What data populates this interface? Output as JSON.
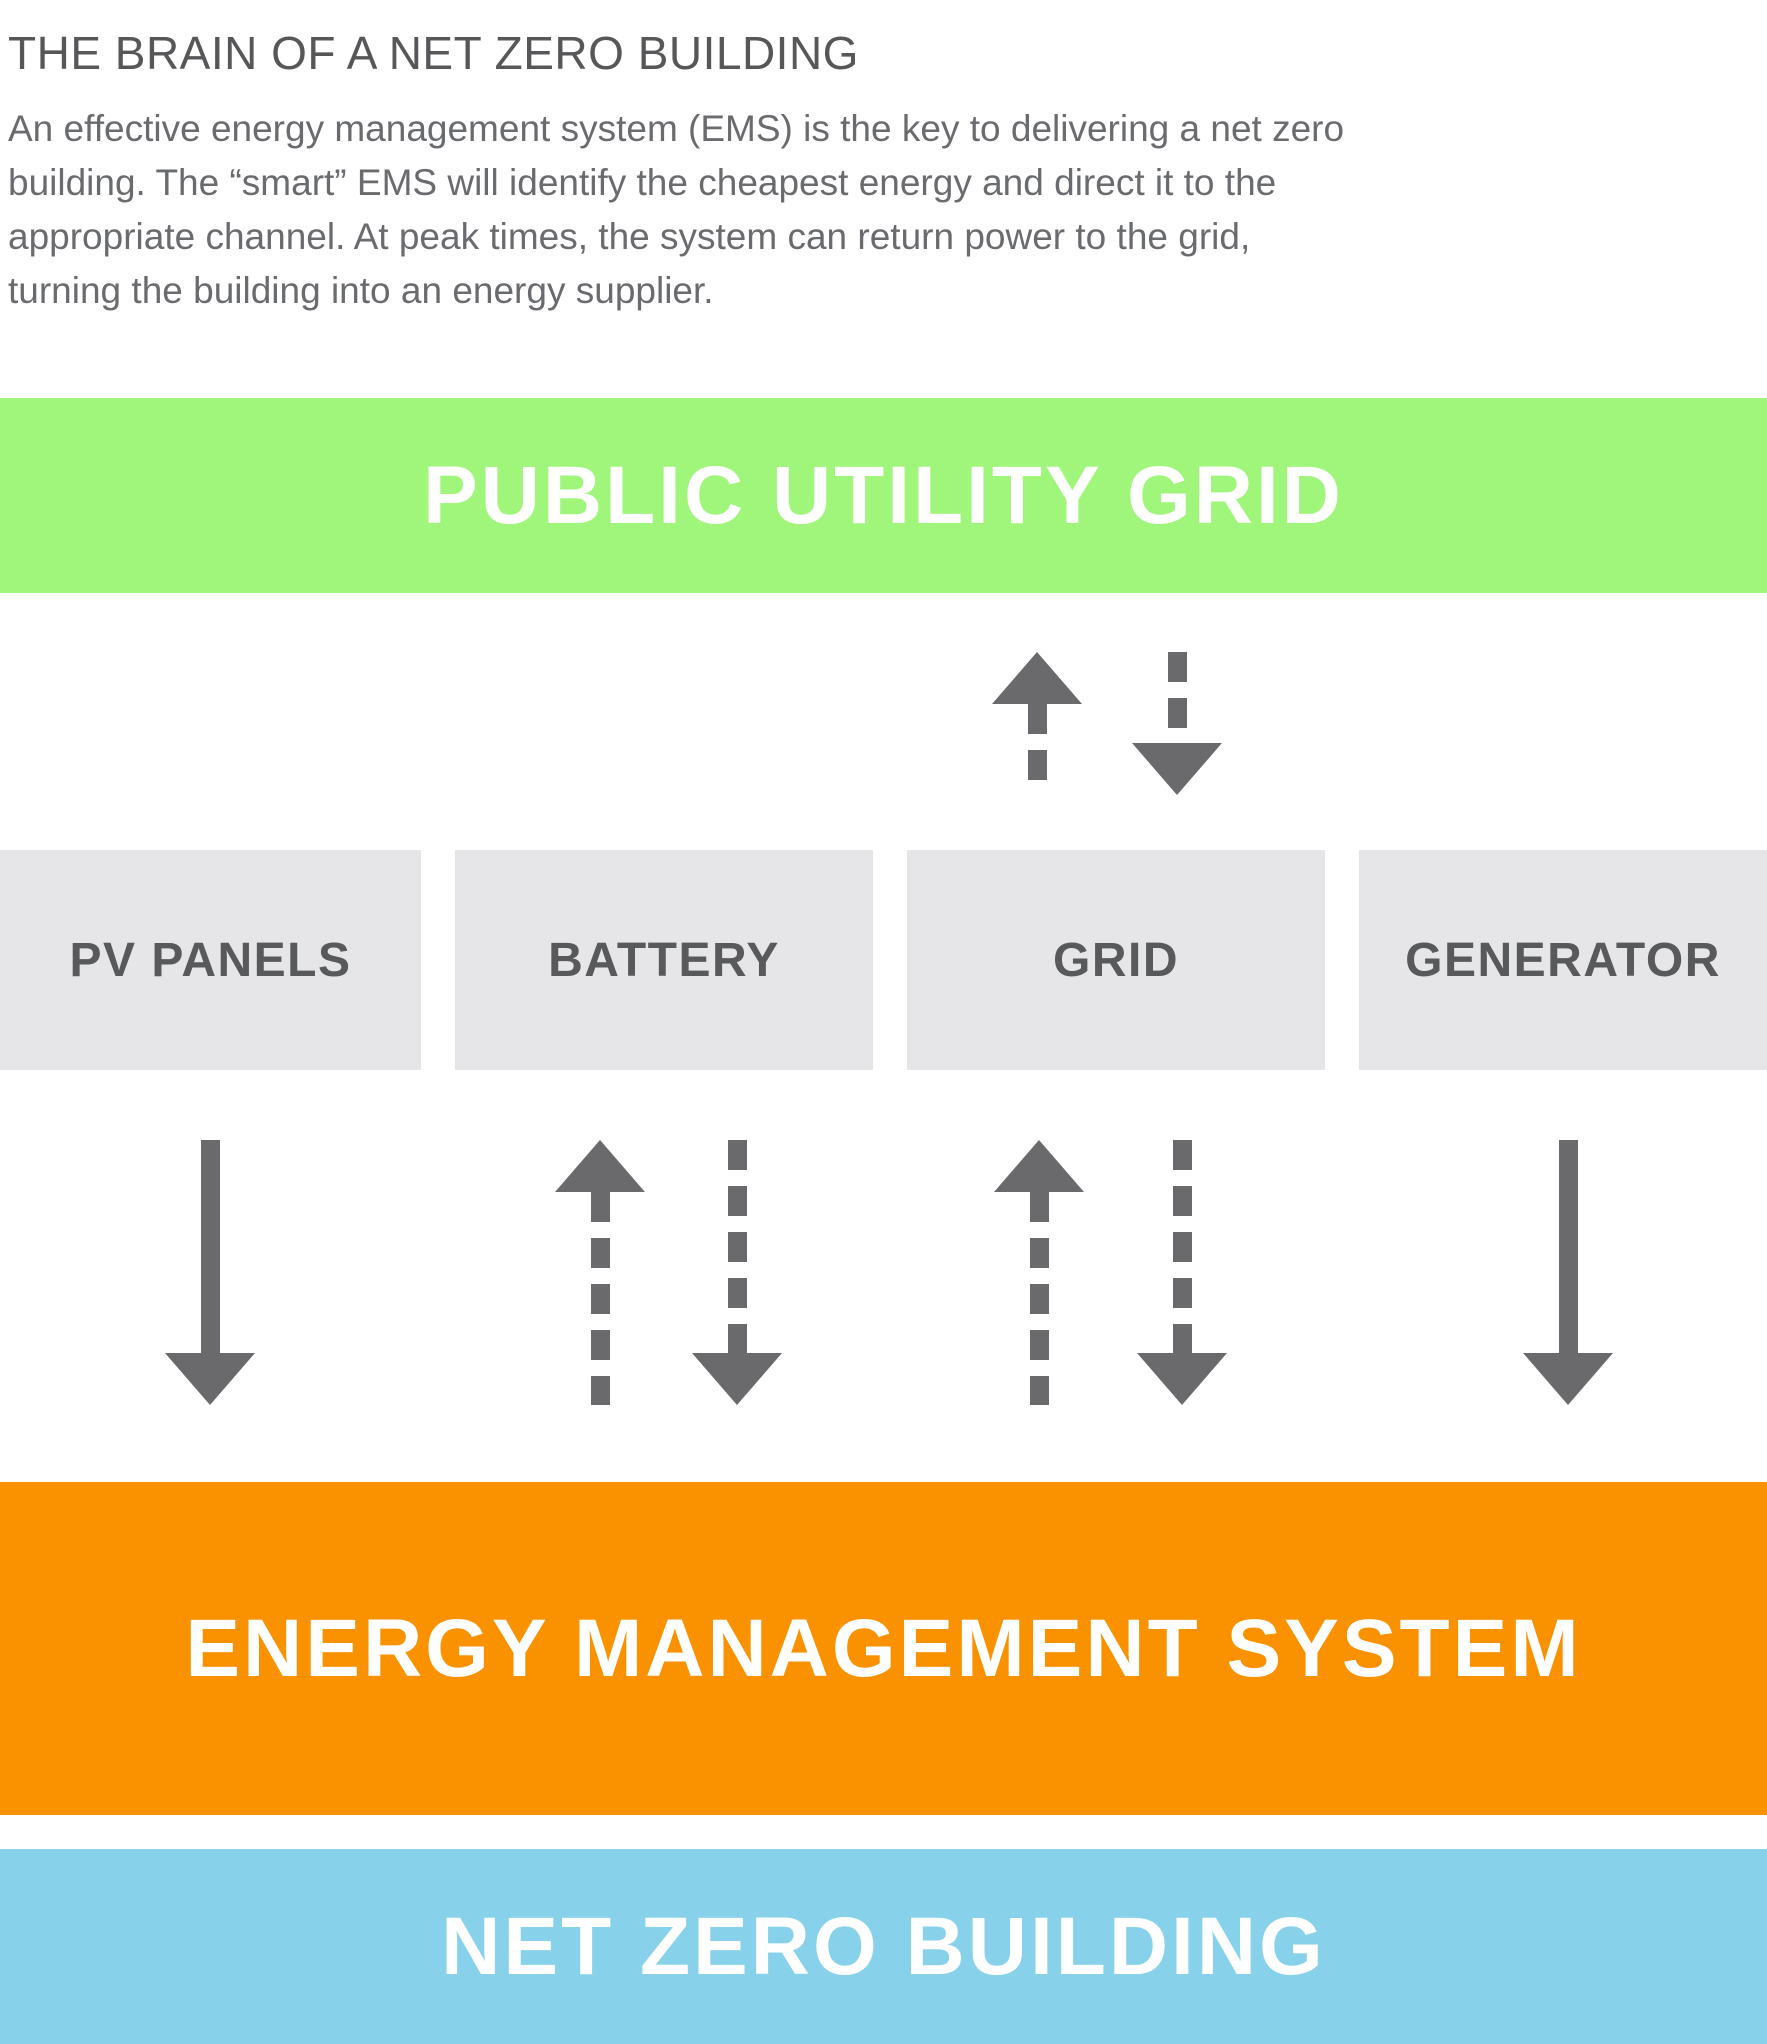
{
  "page": {
    "title": "THE BRAIN OF A NET ZERO BUILDING",
    "intro_lines": [
      "An effective energy management system (EMS) is the key to delivering a net zero",
      "building. The “smart” EMS will identify the cheapest energy and direct it to the",
      "appropriate channel. At peak times, the system can return power to the grid,",
      "turning the building into an energy supplier."
    ]
  },
  "banners": {
    "public_utility_grid": {
      "label": "PUBLIC UTILITY GRID",
      "color": "#A0F57B"
    },
    "energy_management_system": {
      "label": "ENERGY MANAGEMENT SYSTEM",
      "color": "#FA9200"
    },
    "net_zero_building": {
      "label": "NET ZERO BUILDING",
      "color": "#87D2EA"
    }
  },
  "sources": [
    {
      "label": "PV PANELS",
      "arrows_to_ems": [
        {
          "direction": "down",
          "style": "solid"
        }
      ]
    },
    {
      "label": "BATTERY",
      "arrows_to_ems": [
        {
          "direction": "up",
          "style": "dashed"
        },
        {
          "direction": "down",
          "style": "dashed"
        }
      ]
    },
    {
      "label": "GRID",
      "arrows_to_ems": [
        {
          "direction": "up",
          "style": "dashed"
        },
        {
          "direction": "down",
          "style": "dashed"
        }
      ]
    },
    {
      "label": "GENERATOR",
      "arrows_to_ems": [
        {
          "direction": "down",
          "style": "solid"
        }
      ]
    }
  ],
  "utility_link_arrows": [
    {
      "direction": "up",
      "style": "dashed"
    },
    {
      "direction": "down",
      "style": "dashed"
    }
  ],
  "colors": {
    "green": "#A0F57B",
    "orange": "#FA9200",
    "blue": "#87D2EA",
    "box_gray": "#E6E6E8",
    "arrow_gray": "#6A6A6C",
    "label_gray": "#58595B",
    "title_gray": "#57575A",
    "body_gray": "#6A6B6E"
  }
}
